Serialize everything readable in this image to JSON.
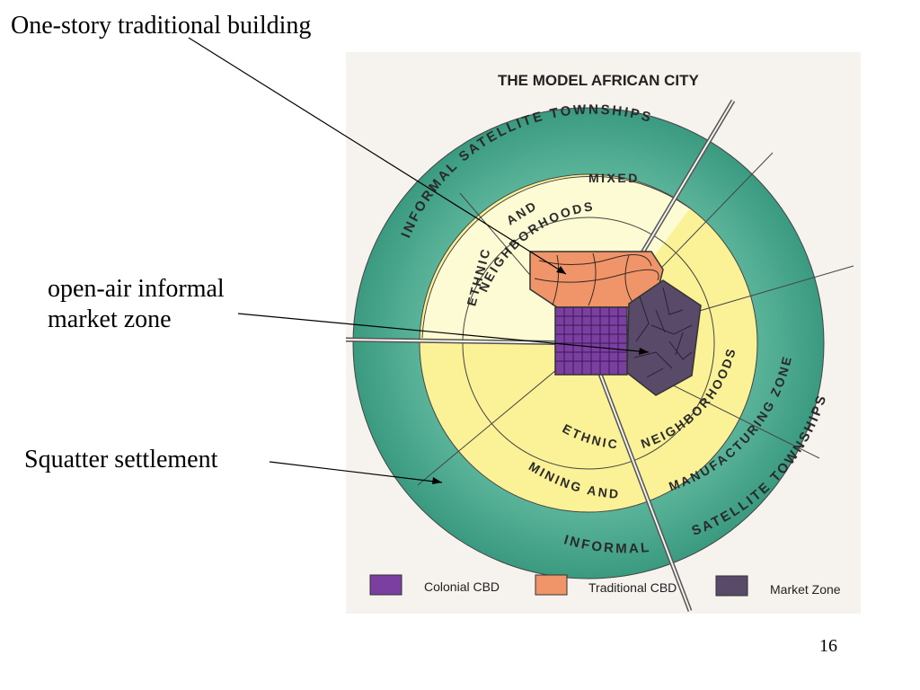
{
  "annotations": {
    "building": "One-story traditional building",
    "market_line1": "open-air informal",
    "market_line2": "market zone",
    "squatter": "Squatter settlement"
  },
  "page_number": "16",
  "diagram": {
    "title": "THE MODEL AFRICAN CITY",
    "zones": {
      "outer_top": "INFORMAL SATELLITE TOWNSHIPS",
      "outer_bottom_left": "INFORMAL",
      "outer_bottom_right": "SATELLITE TOWNSHIPS",
      "ethnic_top_mixed": "MIXED",
      "ethnic_top_ethnic": "ETHNIC",
      "ethnic_top_and": "AND",
      "ethnic_top_neighborhoods": "NEIGHBORHOODS",
      "ethnic_right": "NEIGHBORHOODS",
      "ethnic_bottom": "ETHNIC",
      "manufacturing_bottom": "MINING AND",
      "manufacturing_right": "MANUFACTURING ZONE"
    },
    "legend": [
      {
        "label": "Colonial CBD",
        "color": "#7a3fa0"
      },
      {
        "label": "Traditional CBD",
        "color": "#f0956a"
      },
      {
        "label": "Market Zone",
        "color": "#5a4a6a"
      }
    ],
    "colors": {
      "outer_ring": "#46a88e",
      "middle_ring": "#fbf196",
      "inner_light": "#fdfbd4",
      "panel_bg": "#f6f2ee"
    }
  }
}
